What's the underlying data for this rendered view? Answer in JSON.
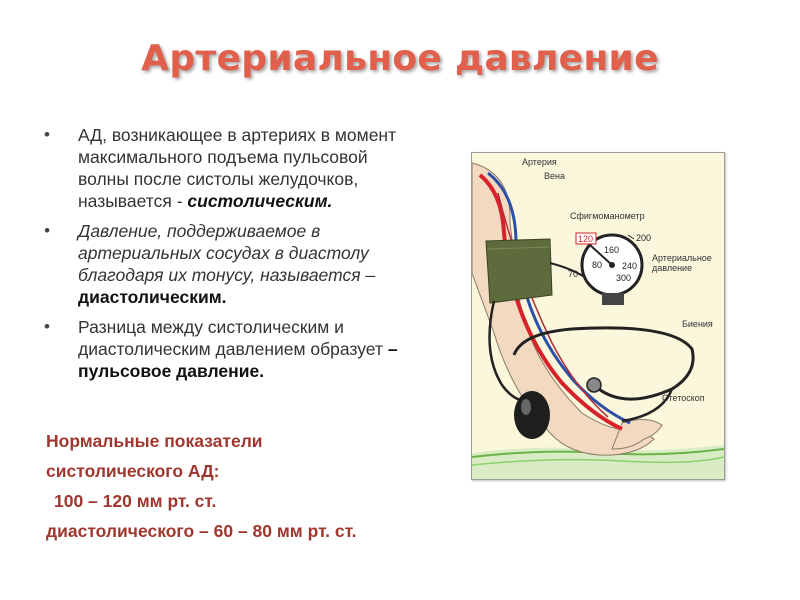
{
  "slide": {
    "title": "Артериальное давление",
    "bullets": [
      {
        "text": "АД, возникающее в артериях в момент максимального подъема пульсовой волны после систолы желудочков, называется  -",
        "emphasis": "систолическим."
      },
      {
        "text": "Давление, поддерживаемое в артериальных сосудах в диастолу благодаря их тонусу, называется –",
        "emphasis": "диастолическим."
      },
      {
        "text": "Разница между систолическим и диастолическим давлением образует",
        "emphasis": "– пульсовое давление."
      }
    ],
    "bullet_glyph": "•",
    "norms": {
      "line1": "Нормальные показатели",
      "line2": "систолического АД:",
      "line3": "100 – 120 мм рт. ст.",
      "line4": "диастолического – 60 – 80 мм рт. ст."
    }
  },
  "figure": {
    "labels": {
      "artery": "Артерия",
      "vein": "Вена",
      "sphygmomanometer": "Сфигмоманометр",
      "arterial_pressure_1": "Артериальное",
      "arterial_pressure_2": "давление",
      "beats": "Биения",
      "stethoscope": "Стетоскоп"
    },
    "gauge": {
      "reading": "120",
      "ticks": [
        "200",
        "160",
        "240",
        "80",
        "300",
        "70"
      ]
    }
  },
  "colors": {
    "title": "#e0604c",
    "norms": "#a0372f",
    "artery": "#d8222a",
    "vein": "#2c4fa8",
    "cuff": "#5e6b3c"
  }
}
